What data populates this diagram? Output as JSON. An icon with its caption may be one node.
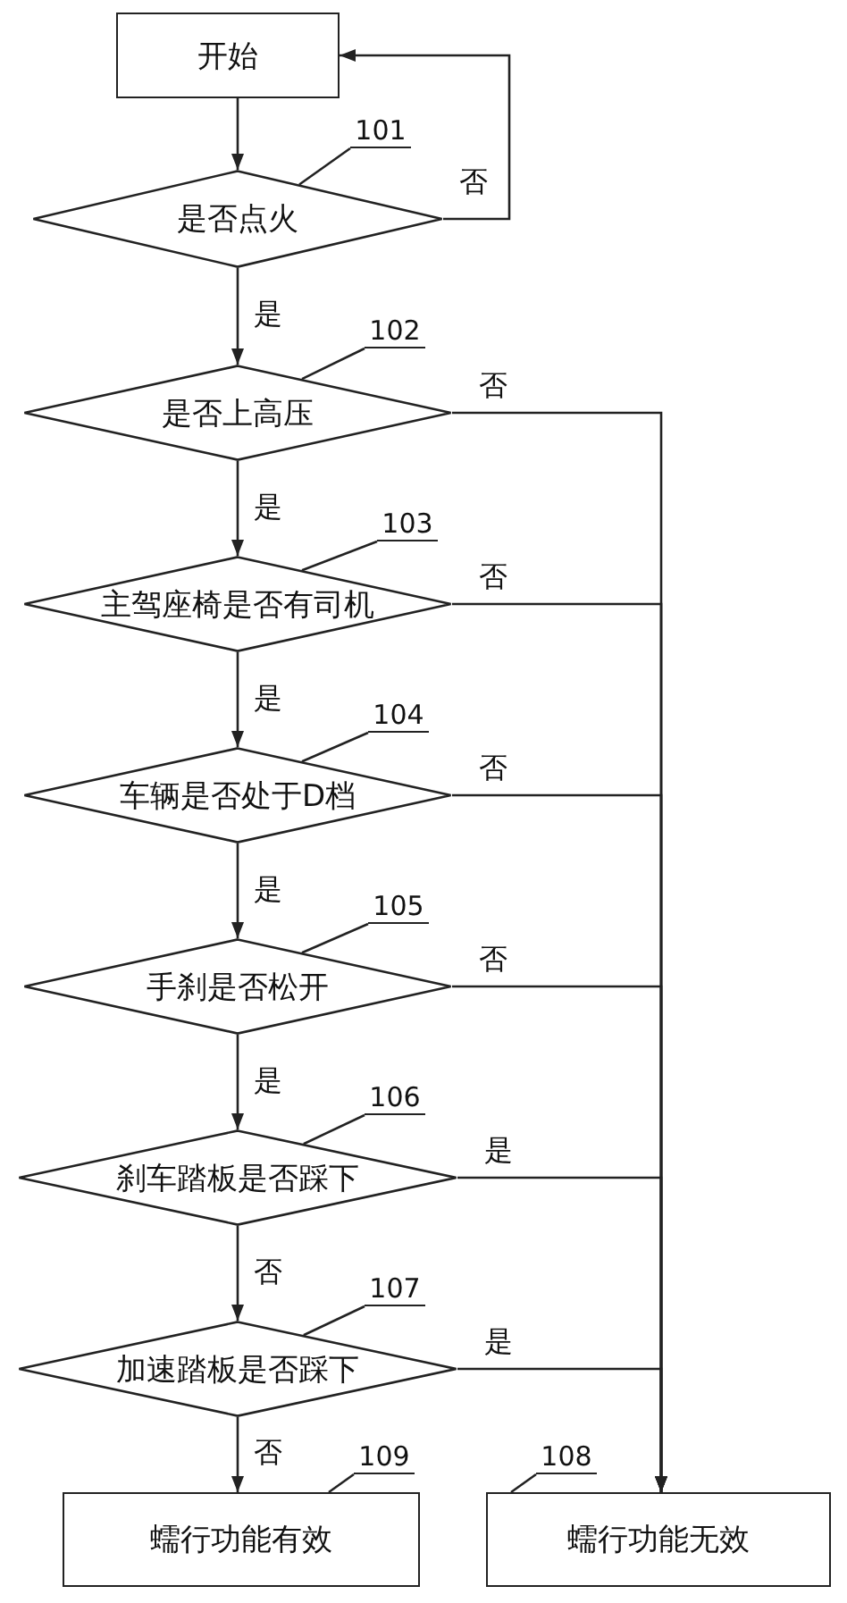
{
  "diagram": {
    "nodes": [
      {
        "text": [
          "开始"
        ]
      },
      {
        "text": [
          "是否点火"
        ]
      },
      {
        "text": [
          "是否上高压"
        ]
      },
      {
        "text": [
          "主驾座椅是否有司机"
        ]
      },
      {
        "text": [
          "车辆是否处于D档"
        ]
      },
      {
        "text": [
          "手刹是否松开"
        ]
      },
      {
        "text": [
          "刹车踏板是否踩下"
        ]
      },
      {
        "text": [
          "加速踏板是否踩下"
        ]
      },
      {
        "text": [
          "蠕行功能有效"
        ]
      },
      {
        "text": [
          "蠕行功能无效"
        ]
      },
      {
        "text": [
          "101"
        ]
      },
      {
        "text": [
          "102"
        ]
      },
      {
        "text": [
          "103"
        ]
      },
      {
        "text": [
          "104"
        ]
      },
      {
        "text": [
          "105"
        ]
      },
      {
        "text": [
          "106"
        ]
      },
      {
        "text": [
          "107"
        ]
      },
      {
        "text": [
          "109"
        ]
      },
      {
        "text": [
          "108"
        ]
      }
    ],
    "edges": [
      {
        "from": 0,
        "to": 1,
        "arrow": "to"
      },
      {
        "from": 1,
        "to": 0,
        "arrow": "to",
        "label": "否"
      },
      {
        "from": 1,
        "to": 2,
        "arrow": "to",
        "label": "是"
      },
      {
        "from": 2,
        "to": 9,
        "arrow": "to",
        "label": "否"
      },
      {
        "from": 2,
        "to": 3,
        "arrow": "to",
        "label": "是"
      },
      {
        "from": 3,
        "to": 9,
        "arrow": "to",
        "label": "否"
      },
      {
        "from": 3,
        "to": 4,
        "arrow": "to",
        "label": "是"
      },
      {
        "from": 4,
        "to": 9,
        "arrow": "to",
        "label": "否"
      },
      {
        "from": 4,
        "to": 5,
        "arrow": "to",
        "label": "是"
      },
      {
        "from": 5,
        "to": 9,
        "arrow": "to",
        "label": "否"
      },
      {
        "from": 5,
        "to": 6,
        "arrow": "to",
        "label": "是"
      },
      {
        "from": 6,
        "to": 9,
        "arrow": "to",
        "label": "是"
      },
      {
        "from": 6,
        "to": 7,
        "arrow": "to",
        "label": "否"
      },
      {
        "from": 7,
        "to": 9,
        "arrow": "to",
        "label": "是"
      },
      {
        "from": 7,
        "to": 8,
        "arrow": "to",
        "label": "否"
      },
      {
        "from": 10,
        "to": 1,
        "arrow": "none"
      },
      {
        "from": 11,
        "to": 2,
        "arrow": "none"
      },
      {
        "from": 12,
        "to": 3,
        "arrow": "none"
      },
      {
        "from": 13,
        "to": 4,
        "arrow": "none"
      },
      {
        "from": 14,
        "to": 5,
        "arrow": "none"
      },
      {
        "from": 15,
        "to": 6,
        "arrow": "none"
      },
      {
        "from": 16,
        "to": 7,
        "arrow": "none"
      },
      {
        "from": 17,
        "to": 8,
        "arrow": "none"
      },
      {
        "from": 18,
        "to": 9,
        "arrow": "none"
      }
    ]
  }
}
